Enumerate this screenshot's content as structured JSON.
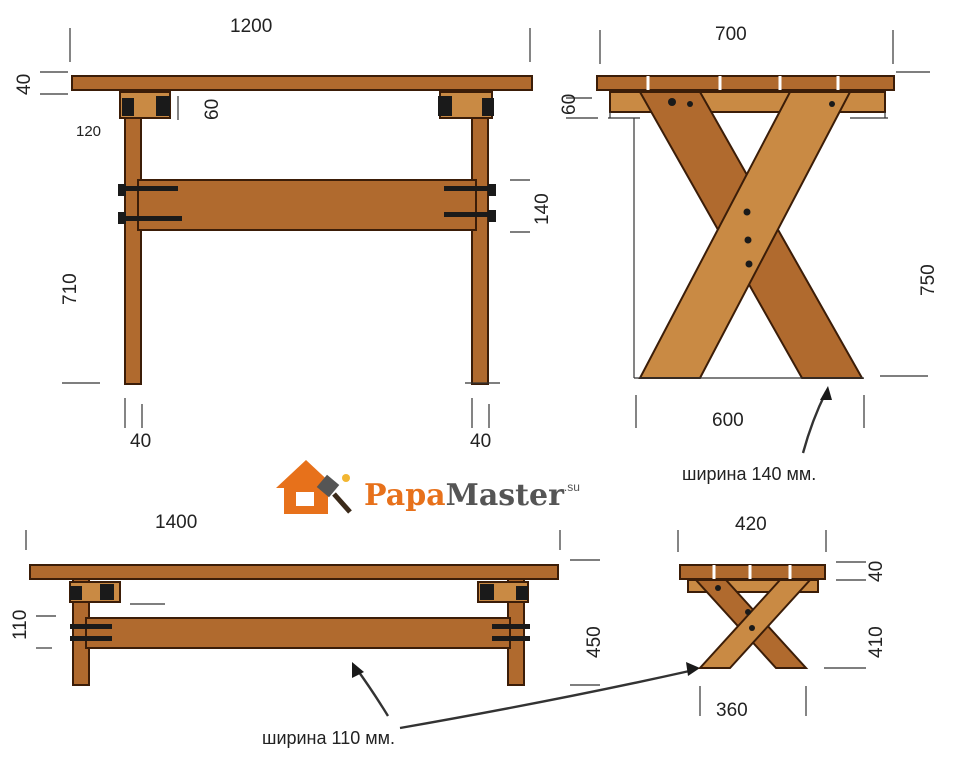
{
  "table_front": {
    "length": "1200",
    "top_thickness": "40",
    "rail_gap": "60",
    "leg_offset": "120",
    "stretcher": "140",
    "height": "710",
    "leg_left": "40",
    "leg_right": "40"
  },
  "table_side": {
    "width": "700",
    "top_thickness": "60",
    "height": "750",
    "base": "600",
    "note": "ширина 140 мм."
  },
  "bench_front": {
    "length": "1400",
    "stretcher_height": "110",
    "height": "450",
    "note": "ширина 110 мм."
  },
  "bench_side": {
    "width": "420",
    "top_thickness": "40",
    "height": "410",
    "base": "360"
  },
  "logo": {
    "part1": "Papa",
    "part2": "Master",
    "suffix": ".su"
  }
}
